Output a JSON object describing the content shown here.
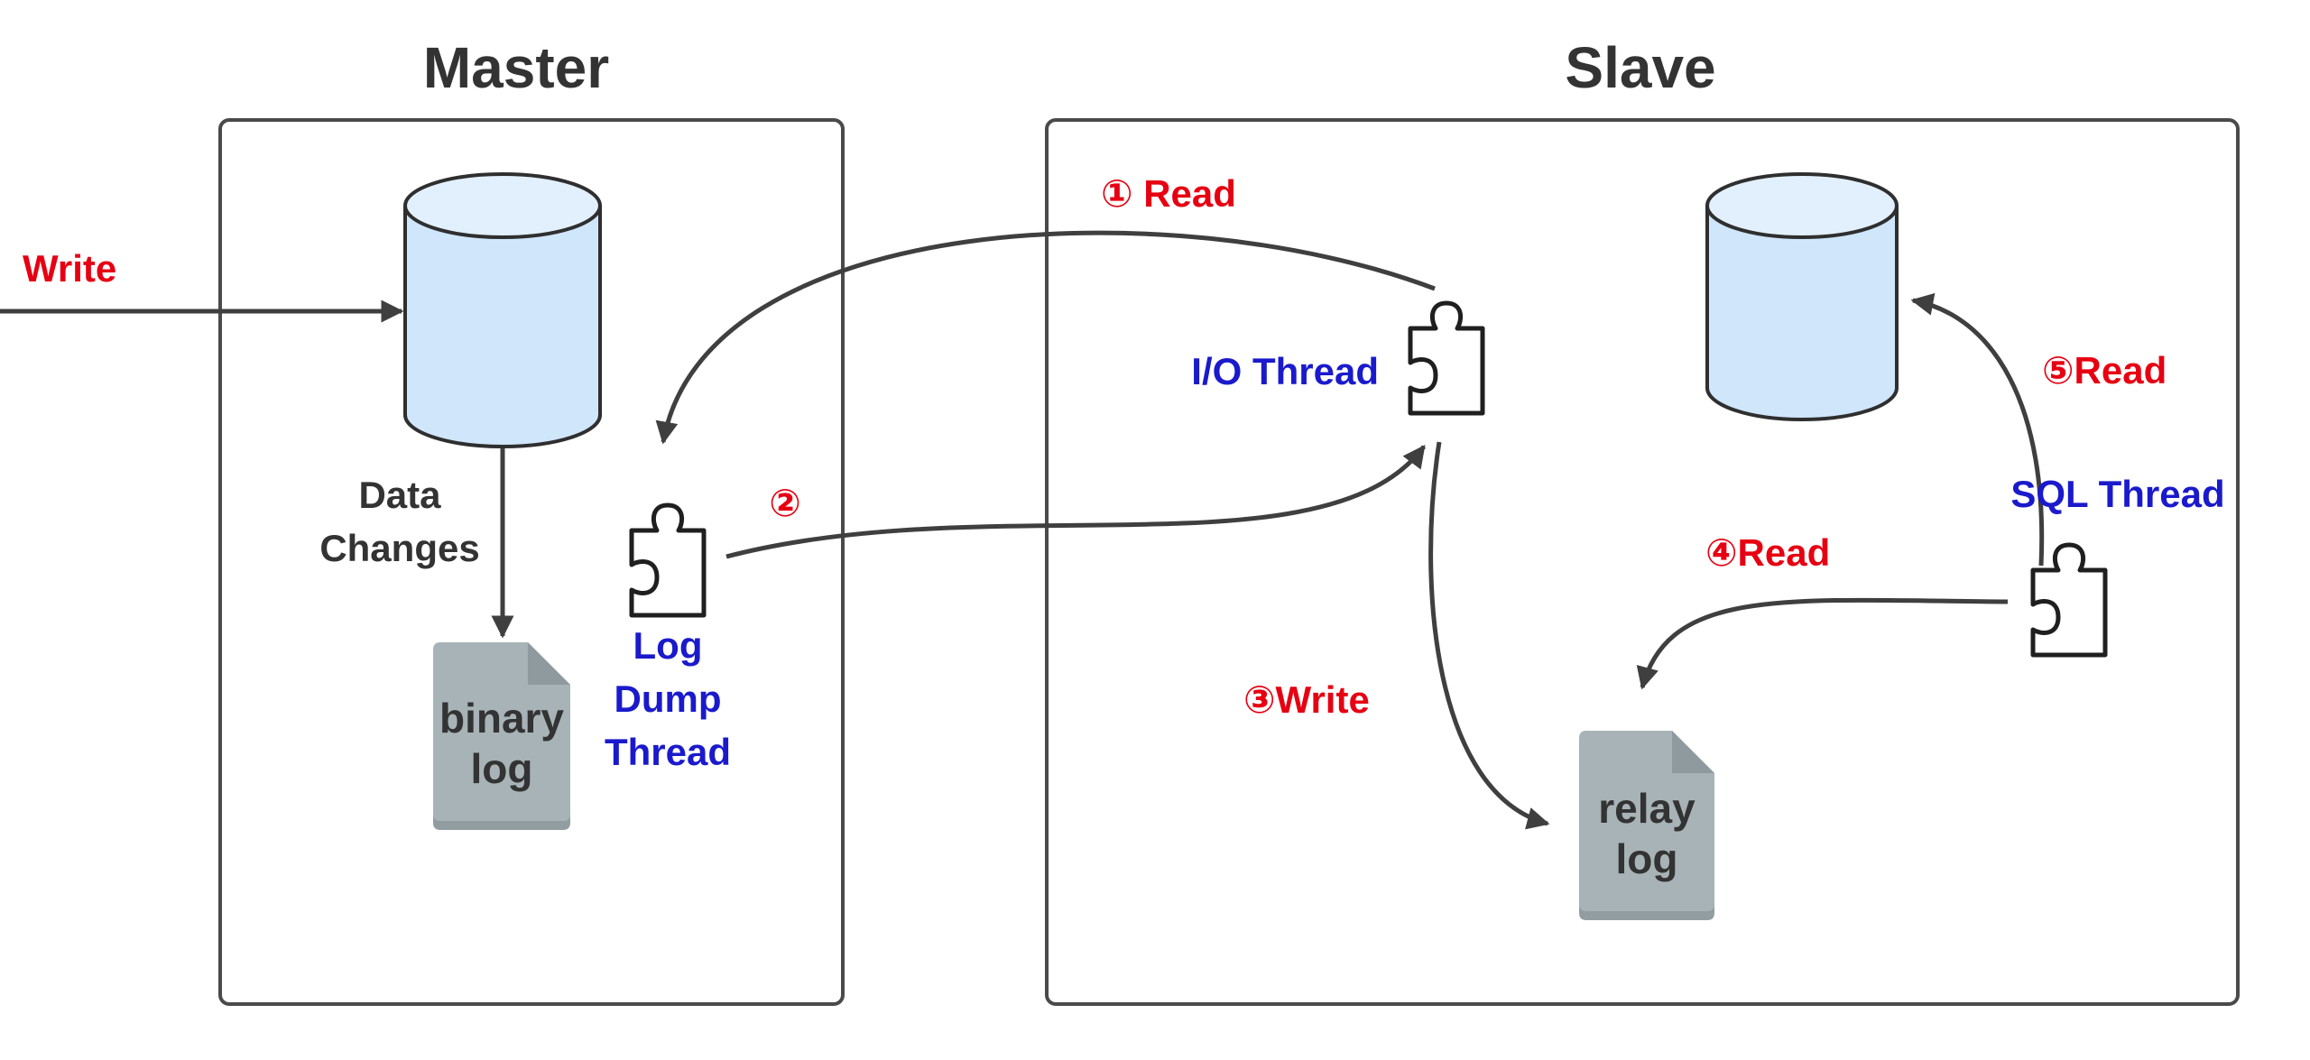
{
  "master": {
    "title": "Master",
    "data_changes_label": [
      "Data",
      "Changes"
    ],
    "binary_log_label": [
      "binary",
      "log"
    ],
    "log_dump_thread_label": [
      "Log",
      "Dump",
      "Thread"
    ]
  },
  "slave": {
    "title": "Slave",
    "io_thread_label": "I/O Thread",
    "sql_thread_label": "SQL Thread",
    "relay_log_label": [
      "relay",
      "log"
    ]
  },
  "steps": {
    "write_in": "Write",
    "step1": "① Read",
    "step2": "②",
    "step3": "③Write",
    "step4": "④Read",
    "step5": "⑤Read"
  },
  "icons": {
    "database": "database-cylinder-icon",
    "file": "log-file-icon",
    "thread": "puzzle-piece-icon"
  },
  "colors": {
    "step_label": "#e60012",
    "thread_label": "#1a1acc",
    "database_fill": "#cfe6fb",
    "file_fill": "#a8b3b7"
  }
}
